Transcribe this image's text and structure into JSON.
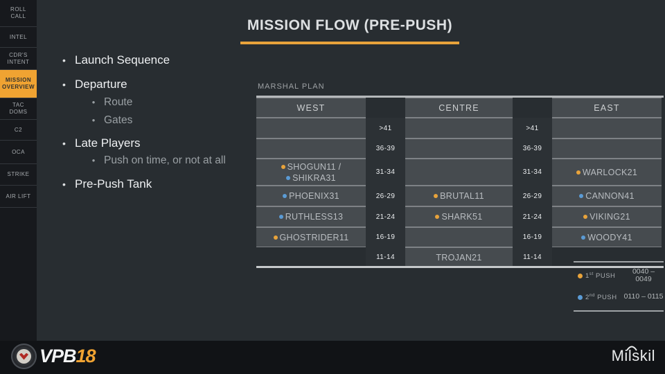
{
  "sidebar": {
    "items": [
      {
        "label": "ROLL CALL",
        "active": false
      },
      {
        "label": "INTEL",
        "active": false
      },
      {
        "label": "CDR'S INTENT",
        "active": false
      },
      {
        "label": "MISSION OVERVIEW",
        "active": true
      },
      {
        "label": "TAC DOMS",
        "active": false
      },
      {
        "label": "C2",
        "active": false
      },
      {
        "label": "OCA",
        "active": false
      },
      {
        "label": "STRIKE",
        "active": false
      },
      {
        "label": "AIR LIFT",
        "active": false
      }
    ]
  },
  "title": "MISSION FLOW (PRE-PUSH)",
  "bullets": [
    {
      "level": 1,
      "text": "Launch Sequence"
    },
    {
      "level": 1,
      "text": "Departure"
    },
    {
      "level": 2,
      "text": "Route"
    },
    {
      "level": 2,
      "text": "Gates"
    },
    {
      "level": 1,
      "text": "Late Players"
    },
    {
      "level": 2,
      "text": "Push on time, or not at all"
    },
    {
      "level": 1,
      "text": "Pre-Push Tank"
    }
  ],
  "marshal": {
    "label": "MARSHAL PLAN",
    "columns": [
      "WEST",
      "CENTRE",
      "EAST"
    ],
    "rows": [
      {
        "time": ">41",
        "h": 30,
        "west": {
          "filled": true
        },
        "centre": {
          "filled": true
        },
        "east": {
          "filled": true
        }
      },
      {
        "time": "36-39",
        "h": 29,
        "west": {
          "filled": true
        },
        "centre": {
          "filled": true
        },
        "east": {
          "filled": true
        }
      },
      {
        "time": "31-34",
        "h": 39,
        "west": {
          "filled": true,
          "entries": [
            {
              "dot": "orange",
              "text": "SHOGUN11 /"
            },
            {
              "dot": "blue",
              "text": "SHIKRA31"
            }
          ]
        },
        "centre": {
          "filled": true
        },
        "east": {
          "filled": true,
          "entries": [
            {
              "dot": "orange",
              "text": "WARLOCK21"
            }
          ]
        }
      },
      {
        "time": "26-29",
        "h": 30,
        "west": {
          "filled": true,
          "entries": [
            {
              "dot": "blue",
              "text": "PHOENIX31"
            }
          ]
        },
        "centre": {
          "filled": true,
          "entries": [
            {
              "dot": "orange",
              "text": "BRUTAL11"
            }
          ]
        },
        "east": {
          "filled": true,
          "entries": [
            {
              "dot": "blue",
              "text": "CANNON41"
            }
          ]
        }
      },
      {
        "time": "21-24",
        "h": 30,
        "west": {
          "filled": true,
          "entries": [
            {
              "dot": "blue",
              "text": "RUTHLESS13"
            }
          ]
        },
        "centre": {
          "filled": true,
          "entries": [
            {
              "dot": "orange",
              "text": "SHARK51"
            }
          ]
        },
        "east": {
          "filled": true,
          "entries": [
            {
              "dot": "orange",
              "text": "VIKING21"
            }
          ]
        }
      },
      {
        "time": "16-19",
        "h": 29,
        "west": {
          "filled": true,
          "entries": [
            {
              "dot": "orange",
              "text": "GHOSTRIDER11"
            }
          ]
        },
        "centre": {
          "filled": true
        },
        "east": {
          "filled": true,
          "entries": [
            {
              "dot": "blue",
              "text": "WOODY41"
            }
          ]
        }
      },
      {
        "time": "11-14",
        "h": 29,
        "west": {
          "filled": false
        },
        "centre": {
          "filled": true,
          "entries": [
            {
              "dot": null,
              "text": "TROJAN21"
            }
          ]
        },
        "east": {
          "filled": false
        }
      }
    ]
  },
  "legend": {
    "items": [
      {
        "dot": "orange",
        "num": "1",
        "ord": "st",
        "word": "PUSH",
        "time": "0040 – 0049"
      },
      {
        "dot": "blue",
        "num": "2",
        "ord": "nd",
        "word": "PUSH",
        "time": "0110 – 0115"
      }
    ]
  },
  "footer": {
    "vpb_text": "VPB",
    "vpb_num": "18",
    "brand": "Milskil"
  },
  "colors": {
    "accent_orange": "#F0A332",
    "push1_orange": "#E8A33B",
    "push2_blue": "#5B9BD5",
    "cell_gray": "#464B4F",
    "slide_bg": "#282D31",
    "sidebar_bg": "#17191D",
    "footer_bg": "#111316"
  }
}
